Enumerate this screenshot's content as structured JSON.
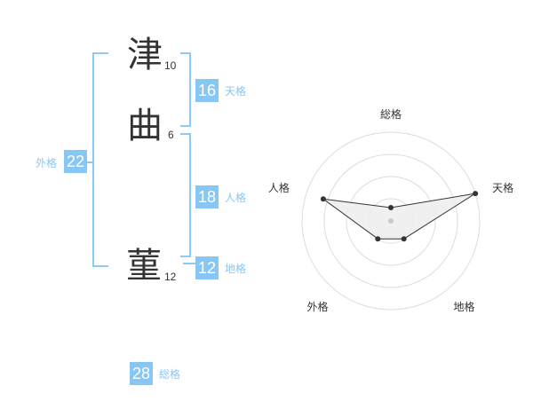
{
  "name_chars": [
    {
      "char": "津",
      "strokes": "10"
    },
    {
      "char": "曲",
      "strokes": "6"
    },
    {
      "char": "菫",
      "strokes": "12"
    }
  ],
  "fortunes": {
    "tenkaku": {
      "value": "16",
      "label": "天格"
    },
    "jinkaku": {
      "value": "18",
      "label": "人格"
    },
    "chikaku": {
      "value": "12",
      "label": "地格"
    },
    "gaikaku": {
      "value": "22",
      "label": "外格"
    },
    "soukaku": {
      "value": "28",
      "label": "総格"
    }
  },
  "colors": {
    "accent": "#88c7f3",
    "bracket": "#8ccaf4",
    "text": "#333333"
  },
  "chart_data": {
    "type": "radar",
    "axes": [
      "総格",
      "天格",
      "地格",
      "外格",
      "人格"
    ],
    "values": [
      0.15,
      1.0,
      0.25,
      0.25,
      0.8
    ],
    "rings": 4,
    "grid": true
  }
}
